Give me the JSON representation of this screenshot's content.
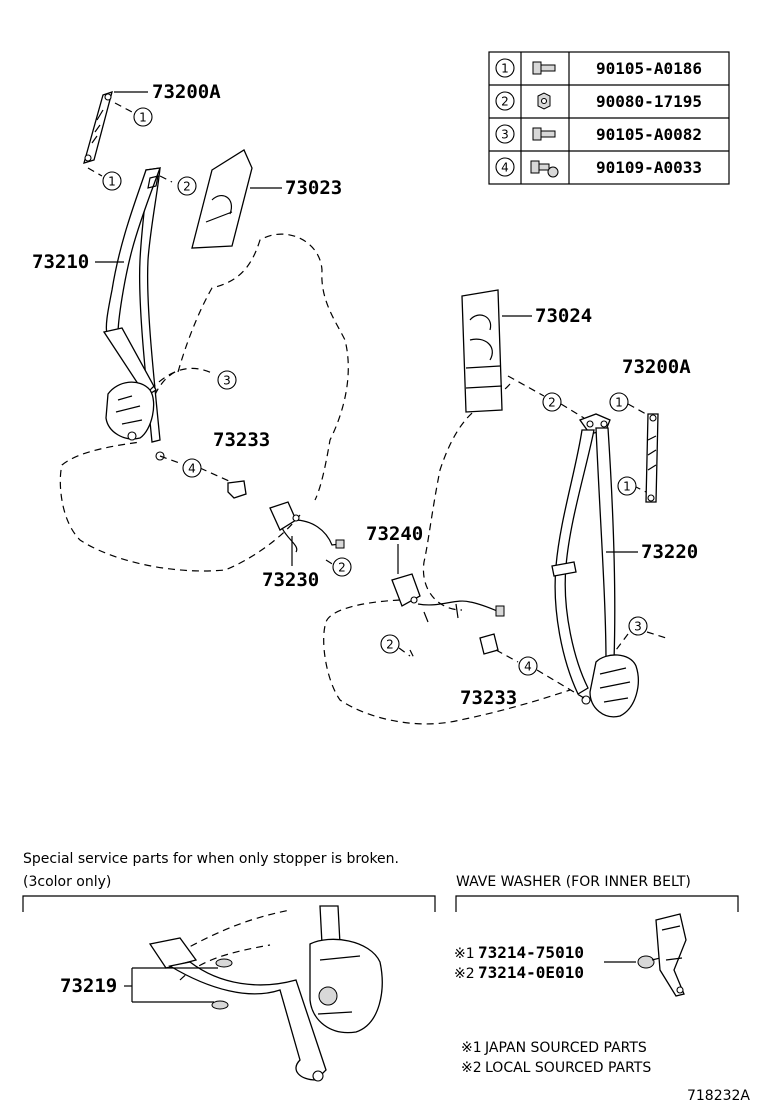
{
  "diagram": {
    "figure_id": "718232A",
    "part_labels": {
      "belt_anchor_upper_left": "73200A",
      "belt_anchor_upper_right": "73200A",
      "pillar_garnish_left": "73023",
      "pillar_garnish_right": "73024",
      "belt_assy_left": "73210",
      "belt_assy_right": "73220",
      "cover_left": "73233",
      "cover_right": "73233",
      "buckle_left": "73230",
      "buckle_right": "73240",
      "stopper": "73219"
    },
    "callouts": {
      "c1": "1",
      "c2": "2",
      "c3": "3",
      "c4": "4"
    },
    "fastener_table": [
      {
        "ref": "1",
        "part": "90105-A0186",
        "icon": "bolt-icon"
      },
      {
        "ref": "2",
        "part": "90080-17195",
        "icon": "nut-icon"
      },
      {
        "ref": "3",
        "part": "90105-A0082",
        "icon": "bolt-icon"
      },
      {
        "ref": "4",
        "part": "90109-A0033",
        "icon": "stud-bolt-icon"
      }
    ],
    "notes": {
      "service_line1": "Special service parts for when only stopper is broken.",
      "service_line2": "(3color only)",
      "wave_washer_title": "WAVE WASHER (FOR INNER BELT)",
      "washer_part1_mark": "※1",
      "washer_part1": "73214-75010",
      "washer_part2_mark": "※2",
      "washer_part2": "73214-0E010",
      "legend1_mark": "※1",
      "legend1": "JAPAN SOURCED PARTS",
      "legend2_mark": "※2",
      "legend2": "LOCAL SOURCED PARTS"
    }
  }
}
